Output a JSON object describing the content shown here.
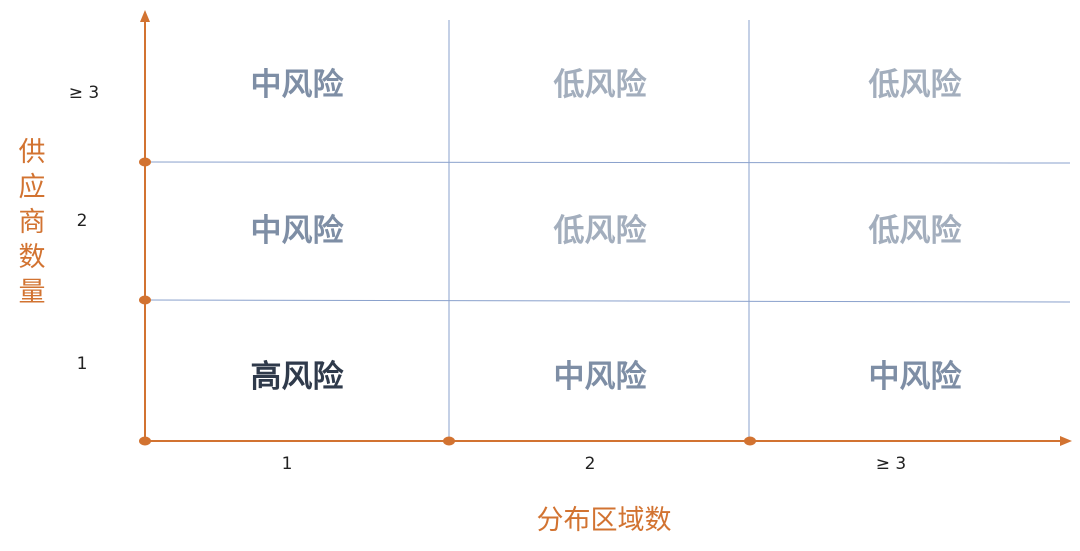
{
  "colors": {
    "axis": "#d27331",
    "grid": "#8aa1cc",
    "high_risk": "#2f3a4b",
    "mid_risk": "#7e8ea5",
    "low_risk": "#a3aebd"
  },
  "x_axis": {
    "title": "分布区域数",
    "ticks": [
      "1",
      "2",
      "≥ 3"
    ]
  },
  "y_axis": {
    "title_chars": [
      "供",
      "应",
      "商",
      "数",
      "量"
    ],
    "ticks": [
      "1",
      "2",
      "≥ 3"
    ]
  },
  "matrix": {
    "rows": [
      {
        "y_tick": "≥ 3",
        "cells": [
          {
            "label": "中风险",
            "level": "mid"
          },
          {
            "label": "低风险",
            "level": "low"
          },
          {
            "label": "低风险",
            "level": "low"
          }
        ]
      },
      {
        "y_tick": "2",
        "cells": [
          {
            "label": "中风险",
            "level": "mid"
          },
          {
            "label": "低风险",
            "level": "low"
          },
          {
            "label": "低风险",
            "level": "low"
          }
        ]
      },
      {
        "y_tick": "1",
        "cells": [
          {
            "label": "高风险",
            "level": "high"
          },
          {
            "label": "中风险",
            "level": "mid"
          },
          {
            "label": "中风险",
            "level": "mid"
          }
        ]
      }
    ]
  }
}
